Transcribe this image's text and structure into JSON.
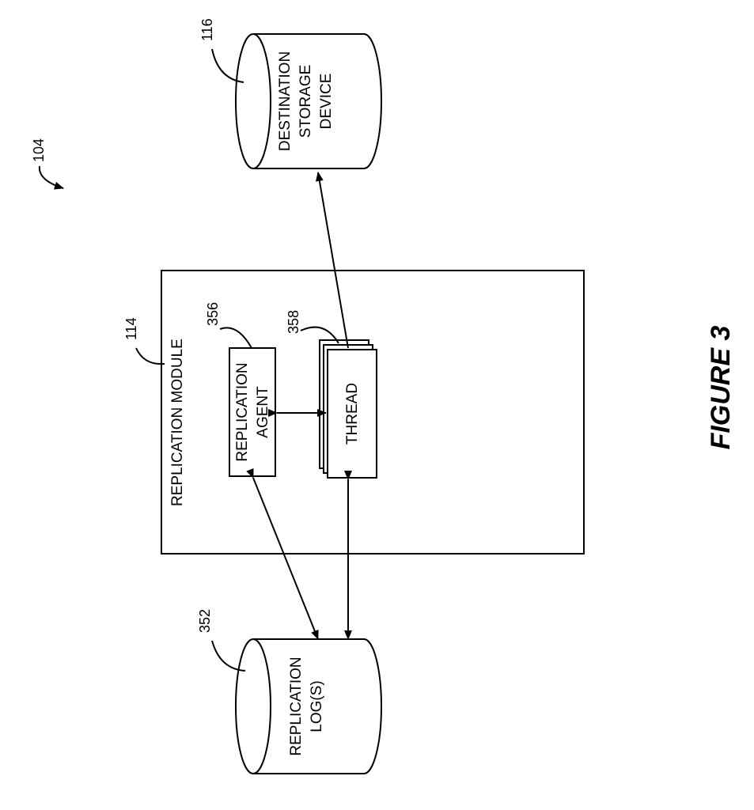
{
  "figure_label": "FIGURE 3",
  "refs": {
    "system": "104",
    "module": "114",
    "destination": "116",
    "log": "352",
    "agent": "356",
    "thread": "358"
  },
  "labels": {
    "module": "REPLICATION MODULE",
    "agent_line1": "REPLICATION",
    "agent_line2": "AGENT",
    "thread": "THREAD",
    "dest_line1": "DESTINATION",
    "dest_line2": "STORAGE",
    "dest_line3": "DEVICE",
    "log_line1": "REPLICATION",
    "log_line2": "LOG(S)"
  }
}
